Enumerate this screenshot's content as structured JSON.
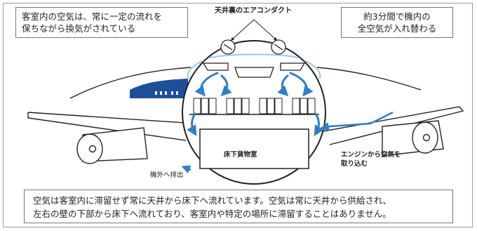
{
  "callouts": {
    "top_left": [
      "客室内の空気は、常に一定の流れを",
      "保ちながら換気がされている"
    ],
    "top_right": [
      "約3分間で機内の",
      "全空気が入れ替わる"
    ],
    "bottom": [
      "空気は客室内に滞留せず常に天井から床下へ流れています。空気は常に天井から供給され、",
      "左右の壁の下部から床下へ流れており、客室内や特定の場所に滞留することはありません。"
    ]
  },
  "labels": {
    "ceiling_duct": "天井裏のエアコンダクト",
    "cargo_hold": "床下貨物室",
    "engine_intake": [
      "エンジンから空気を",
      "取り込む"
    ],
    "exhaust": "機外へ排出"
  },
  "colors": {
    "airflow": "#2f7ec9",
    "airflow_light": "#9cc6ea",
    "fuselage_window": "#1f4f9a",
    "outline": "#222222"
  }
}
